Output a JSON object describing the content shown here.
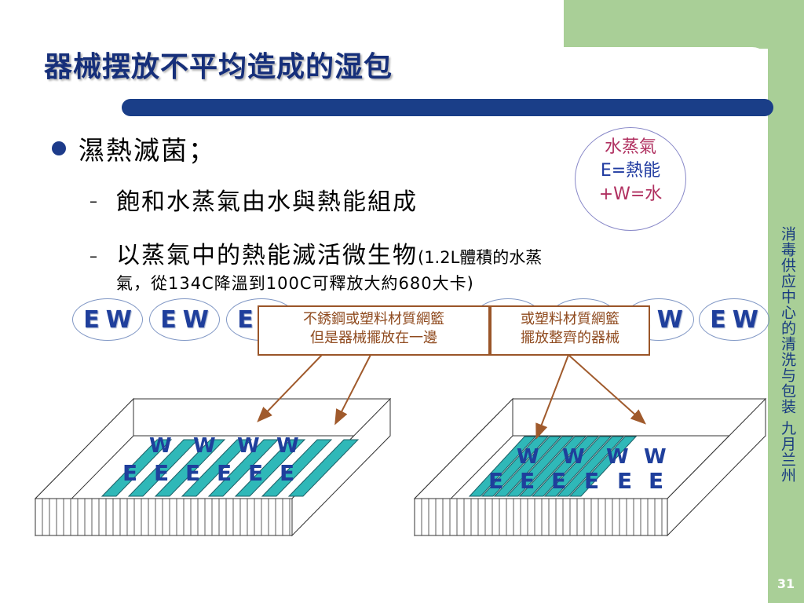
{
  "title": "器械摆放不平均造成的湿包",
  "bullet": "濕熱滅菌；",
  "sub1": "飽和水蒸氣由水與熱能組成",
  "sub2_main": "以蒸氣中的熱能滅活微生物",
  "sub2_paren": "(1.2L體積的水蒸",
  "sub2_cont": "氣，從134C降溫到100C可釋放大約680大卡)",
  "dash": "–",
  "legend": {
    "line1": "水蒸氣",
    "line2": "E=熱能",
    "line3": "+W=水"
  },
  "ew": {
    "e": "E",
    "w": "W"
  },
  "callout_left": {
    "line1": "不銹鋼或塑料材質網籃",
    "line2": "但是器械擺放在一邊"
  },
  "callout_right": {
    "line1": "或塑料材質網籃",
    "line2": "擺放整齊的器械"
  },
  "sidebar_text": "消毒供应中心的清洗与包装 九月兰州",
  "page_number": "31",
  "colors": {
    "sidebar_green": "#a9cf97",
    "title_blue": "#162f7a",
    "tray_teal": "#2fb8b8",
    "callout_border": "#9a5528",
    "arrow_brown": "#a05a2c"
  }
}
